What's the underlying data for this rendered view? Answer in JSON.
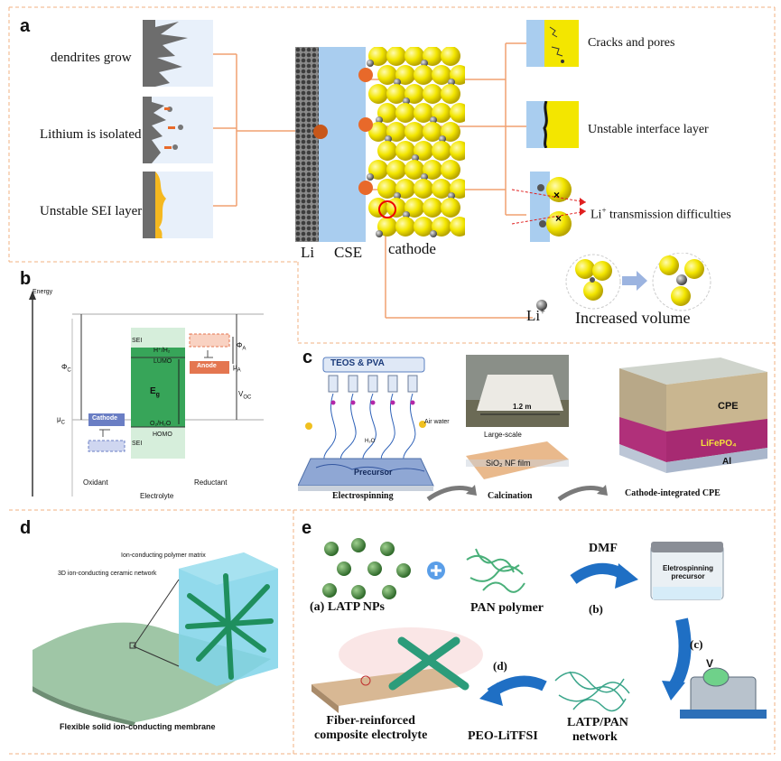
{
  "panels": {
    "a": {
      "letter": "a",
      "left_items": [
        "dendrites grow",
        "Lithium is isolated",
        "Unstable SEI layer"
      ],
      "right_items": [
        "Cracks and pores",
        "Unstable interface layer",
        "Li",
        "+",
        " transmission difficulties"
      ],
      "stack_labels": [
        "Li",
        "CSE",
        "cathode"
      ],
      "bottom": {
        "ion": "Li",
        "ion_sup": "+",
        "caption": "Increased volume"
      }
    },
    "b": {
      "letter": "b",
      "energy": "Energy",
      "sei_top": "SEI",
      "h_pair": "H⁺/H₂",
      "lumo": "LUMO",
      "eg": "E",
      "eg_sub": "g",
      "o_pair": "O₂/H₂O",
      "homo": "HOMO",
      "sei_bottom": "SEI",
      "phi_c": "Φ",
      "phi_c_sub": "C",
      "mu_c": "μ",
      "mu_c_sub": "C",
      "phi_a": "Φ",
      "phi_a_sub": "A",
      "mu_a": "μ",
      "mu_a_sub": "A",
      "voc": "V",
      "voc_sub": "OC",
      "cathode": "Cathode",
      "anode": "Anode",
      "oxidant": "Oxidant",
      "electrolyte": "Electrolyte",
      "reductant": "Reductant"
    },
    "c": {
      "letter": "c",
      "teos": "TEOS & PVA",
      "air_water": "Air water",
      "h2o": "H₂O",
      "precursor": "Precursor",
      "electrospinning": "Electrospinning",
      "length": "1.2 m",
      "large_scale": "Large-scale",
      "sio2": "SiO₂ NF film",
      "calcination": "Calcination",
      "cpe": "CPE",
      "lifepo4": "LiFePO₄",
      "al": "Al",
      "cathode_cpe": "Cathode-integrated CPE"
    },
    "d": {
      "letter": "d",
      "matrix": "Ion-conducting polymer matrix",
      "network": "3D ion-conducting ceramic network",
      "membrane": "Flexible solid ion-conducting membrane"
    },
    "e": {
      "letter": "e",
      "latp_a": "(a)",
      "latp": "LATP NPs",
      "pan": "PAN polymer",
      "dmf": "DMF",
      "b": "(b)",
      "precursor": "Eletrospinning precursor",
      "c": "(c)",
      "v": "V",
      "d": "(d)",
      "latp_pan_1": "LATP/PAN",
      "latp_pan_2": "network",
      "peo": "PEO-LiTFSI",
      "fiber_1": "Fiber-reinforced",
      "fiber_2": "composite electrolyte"
    }
  },
  "colors": {
    "orange_line": "#f0a070",
    "orange_dot": "#e8692a",
    "sphere_yellow": "#f3e600",
    "cse_blue": "#a9cdef",
    "green": "#3aa55a",
    "blue_arrow": "#1f6fc4"
  }
}
